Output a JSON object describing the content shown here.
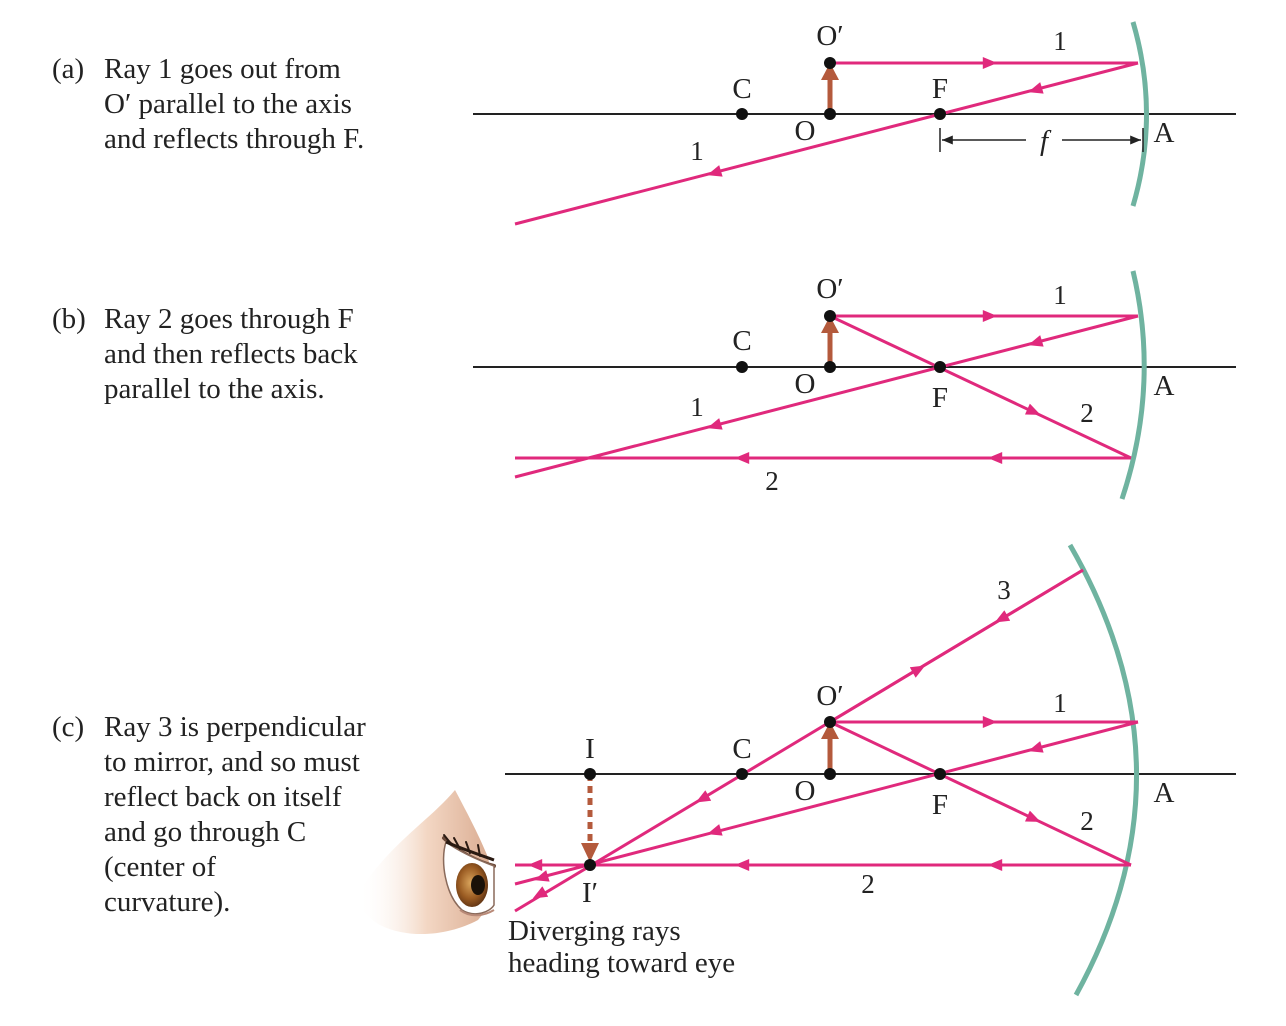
{
  "colors": {
    "ray": "#e0297c",
    "mirror": "#6fb3a0",
    "axis": "#222222",
    "arrow": "#b45a3c",
    "point": "#111111"
  },
  "captions": [
    {
      "tag": "(a)",
      "text": "Ray 1 goes out from\nO′ parallel to the axis\nand reflects through F."
    },
    {
      "tag": "(b)",
      "text": "Ray 2 goes through F\nand then reflects back\nparallel to the axis."
    },
    {
      "tag": "(c)",
      "text": "Ray 3 is perpendicular\nto mirror, and so must\nreflect back on itself\nand go through C\n(center of\ncurvature)."
    }
  ],
  "points": {
    "C": "C",
    "O": "O",
    "O_prime": "O′",
    "F": "F",
    "A": "A",
    "I": "I",
    "I_prime": "I′"
  },
  "ray_labels": {
    "one": "1",
    "two": "2",
    "three": "3"
  },
  "focal_length": "f",
  "eye_note": "Diverging rays\nheading toward eye",
  "eye_icon": "eye-icon"
}
